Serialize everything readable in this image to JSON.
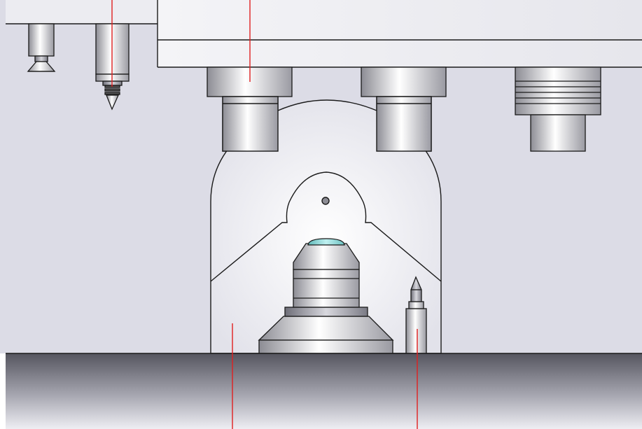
{
  "colors": {
    "background": "#ffffff",
    "housing": "#dcdce6",
    "housing_light": "#f4f4f7",
    "outline": "#1a1a1a",
    "metal_dark": "#8c8c94",
    "metal_light": "#ffffff",
    "lens_glass": "#8fd6d6",
    "base_top": "#5a5a66",
    "base_bottom": "#e8e8ee",
    "leader_line": "#e02020"
  },
  "parts": [
    "suction-cup-tool",
    "probe-tool",
    "nozzle-1",
    "nozzle-2",
    "nozzle-3-ribbed",
    "arch-frame",
    "objective-lens",
    "height-sensor-probe",
    "base-plate",
    "leader-lines"
  ]
}
